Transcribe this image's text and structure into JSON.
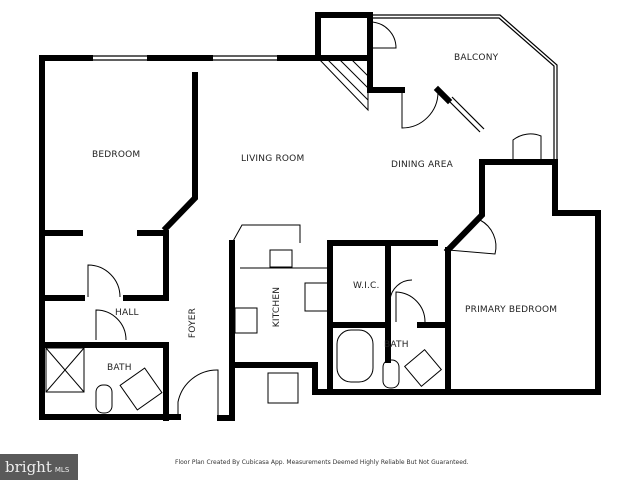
{
  "rooms": {
    "bedroom": "BEDROOM",
    "living_room": "LIVING ROOM",
    "dining_area": "DINING AREA",
    "balcony": "BALCONY",
    "hall": "HALL",
    "foyer": "FOYER",
    "kitchen": "KITCHEN",
    "wic": "W.I.C.",
    "primary_bedroom": "PRIMARY BEDROOM",
    "bath_left": "BATH",
    "bath_right": "BATH"
  },
  "caption": "Floor Plan Created By Cubicasa App. Measurements Deemed Highly Reliable But Not Guaranteed.",
  "logo": {
    "text": "bright",
    "suffix": "MLS"
  },
  "colors": {
    "wall": "#000000",
    "logo_bg": "#5a5a5a"
  }
}
